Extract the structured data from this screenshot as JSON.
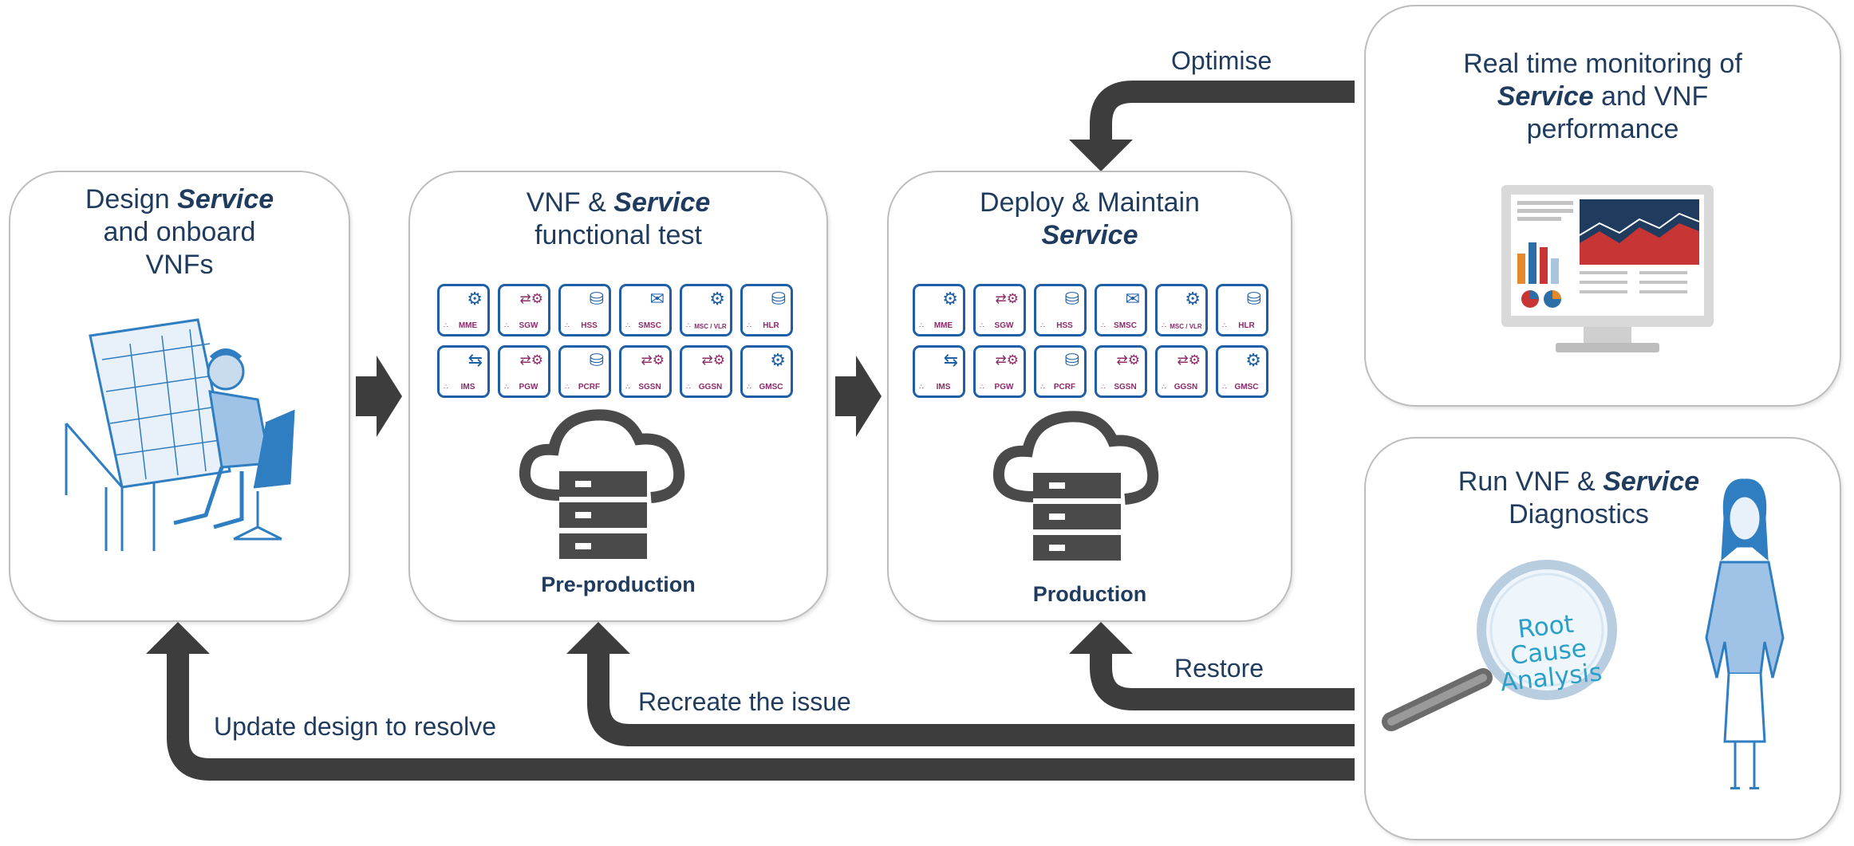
{
  "colors": {
    "arrow": "#3d3d3d",
    "title_text": "#1f3b5e",
    "tile_border": "#1f5fa6",
    "tile_label": "#8b2b6a",
    "illustration": "#2f7ec1"
  },
  "design": {
    "line1_plain": "Design ",
    "line1_em": "Service",
    "line2": "and onboard",
    "line3": "VNFs"
  },
  "preprod": {
    "line1_plain": "VNF & ",
    "line1_em": "Service",
    "line2": "functional test",
    "env_label": "Pre-production"
  },
  "prod": {
    "line1": "Deploy & Maintain",
    "line2_em": "Service",
    "env_label": "Production"
  },
  "monitoring": {
    "line1": "Real time monitoring of",
    "line2_em": "Service",
    "line2_plain": " and VNF",
    "line3": "performance"
  },
  "diagnostics": {
    "line1_plain": "Run VNF & ",
    "line1_em": "Service",
    "line2": "Diagnostics",
    "magnifier_line1": "Root Cause",
    "magnifier_line2": "Analysis"
  },
  "vnf_tiles": [
    {
      "label": "MME",
      "icon": "gear-icon"
    },
    {
      "label": "SGW",
      "icon": "arrows-gear-icon"
    },
    {
      "label": "HSS",
      "icon": "database-icon"
    },
    {
      "label": "SMSC",
      "icon": "envelope-icon"
    },
    {
      "label": "MSC / VLR",
      "icon": "gear-icon"
    },
    {
      "label": "HLR",
      "icon": "database-icon"
    },
    {
      "label": "IMS",
      "icon": "shuffle-icon"
    },
    {
      "label": "PGW",
      "icon": "arrows-gear-icon"
    },
    {
      "label": "PCRF",
      "icon": "database-sync-icon"
    },
    {
      "label": "SGSN",
      "icon": "arrows-gear-icon"
    },
    {
      "label": "GGSN",
      "icon": "arrows-gear-icon"
    },
    {
      "label": "GMSC",
      "icon": "gear-icon"
    }
  ],
  "flows": {
    "optimise": "Optimise",
    "restore": "Restore",
    "recreate": "Recreate the issue",
    "update": "Update design to resolve"
  }
}
